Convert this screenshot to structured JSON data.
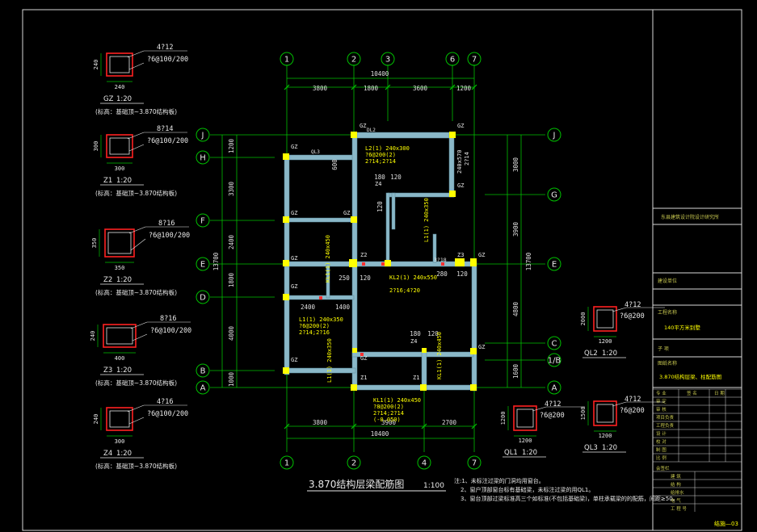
{
  "drawing": {
    "main_title": "3.870结构层梁配筋图",
    "main_scale": "1:100",
    "notes": [
      "注:1、未标注过梁的门洞均用窗台。",
      "2、窗户顶部窗台标有基础梁，未标注过梁的用QL1。",
      "3、窗台顶部过梁标准高三个如标准(不包括基础梁)，单柱承载梁的的配筋，间距≥50。"
    ],
    "dims": {
      "total_top": "10400",
      "top": [
        "3800",
        "1800",
        "3600",
        "1200"
      ],
      "total_bottom": "10400",
      "bottom": [
        "3800",
        "3900",
        "2700"
      ],
      "left_total": "13700",
      "left": [
        "1200",
        "3300",
        "2400",
        "1800",
        "4000",
        "1000"
      ],
      "right_total": "13700",
      "right_upper": [
        "3000",
        "3900"
      ],
      "right_lower": [
        "4800",
        "1600"
      ],
      "inner_1": [
        "2400",
        "1400"
      ],
      "misc": [
        "600",
        "180",
        "120",
        "120",
        "180",
        "120",
        "250",
        "120",
        "280",
        "120"
      ]
    },
    "axis_labels": {
      "top": [
        "1",
        "2",
        "3",
        "6",
        "7"
      ],
      "bottom": [
        "1",
        "2",
        "4",
        "7"
      ],
      "left": [
        "J",
        "H",
        "F",
        "E",
        "D",
        "B",
        "A"
      ],
      "right": [
        "J",
        "G",
        "E",
        "C",
        "1/B",
        "A"
      ]
    },
    "plan_labels": {
      "gz": "GZ",
      "ql3": "QL3",
      "dl2": "DL2",
      "z2": "Z2",
      "z3": "Z3",
      "z4": "Z4",
      "z1": "Z1",
      "z1b": "Z1",
      "kl2_1": "KL2(1) 240x550",
      "kl2_2": "2?16;4?20",
      "kl1_1": "KL1(1) 240x450",
      "kl1_2": "?8@200(2)",
      "kl1_3": "2?14;2?14",
      "kl1_4": "(-0.050)",
      "l1_1": "L1(1) 240x350",
      "l1_2": "?6@200(2)",
      "l1_3": "2?14;2?16",
      "l2_1": "L2(1) 240x300",
      "l2_2": "?6@200(2)",
      "l2_3": "2?14;2?14",
      "vert1": "L1(1) 240x350",
      "vert2": "KL1(1) 240x450",
      "vert3": "240x570",
      "vert4": "2?14",
      "grid_3_18": "3?18"
    },
    "columns": [
      {
        "name": "GZ",
        "scale": "1:20",
        "dim_v": "240",
        "dim_h": "240",
        "rebar": "4?12",
        "stirrup": "?6@100/200",
        "note": "(标高：基础顶~3.870结构板)"
      },
      {
        "name": "Z1",
        "scale": "1:20",
        "dim_v": "300",
        "dim_h": "300",
        "rebar": "8?14",
        "stirrup": "?6@100/200",
        "note": "(标高：基础顶~3.870结构板)"
      },
      {
        "name": "Z2",
        "scale": "1:20",
        "dim_v": "350",
        "dim_h": "350",
        "rebar": "8?16",
        "stirrup": "?6@100/200",
        "note": "(标高：基础顶~3.870结构板)"
      },
      {
        "name": "Z3",
        "scale": "1:20",
        "dim_v": "240",
        "dim_h": "400",
        "rebar": "8?16",
        "stirrup": "?6@100/200",
        "note": "(标高：基础顶~3.870结构板)"
      },
      {
        "name": "Z4",
        "scale": "1:20",
        "dim_v": "240",
        "dim_h": "300",
        "rebar": "4?16",
        "stirrup": "?6@100/200",
        "note": "(标高：基础顶~3.870结构板)"
      }
    ],
    "ql_details": [
      {
        "name": "QL2",
        "scale": "1:20",
        "dim_v": "2000",
        "dim_h": "1200",
        "rebar": "4?12",
        "stirrup": "?6@200"
      },
      {
        "name": "QL1",
        "scale": "1:20",
        "dim_v": "1200",
        "dim_h": "1200",
        "rebar": "4?12",
        "stirrup": "?6@200"
      },
      {
        "name": "QL3",
        "scale": "1:20",
        "dim_v": "1500",
        "dim_h": "1200",
        "rebar": "4?12",
        "stirrup": "?6@200"
      }
    ]
  },
  "title_block": {
    "company": "东县建筑设计院设计研究所",
    "section_label": "建设单位",
    "project_label": "工程名称",
    "project_name": "140平方米别墅",
    "sub_label": "子 项",
    "drawing_label": "图纸名称",
    "drawing_name": "3.870结构层梁、柱配筋图",
    "rows": [
      "审 定",
      "审 核",
      "项目负责",
      "工程负责",
      "设 计",
      "校 对",
      "制 图",
      "比 例"
    ],
    "col_heads": [
      "专 业",
      "签 名",
      "日 期"
    ],
    "sign_label": "会签栏",
    "sign_rows": [
      "建 筑",
      "结 构",
      "给排水",
      "电 气",
      "工 程 号"
    ],
    "sheet_no": "结施—03"
  }
}
